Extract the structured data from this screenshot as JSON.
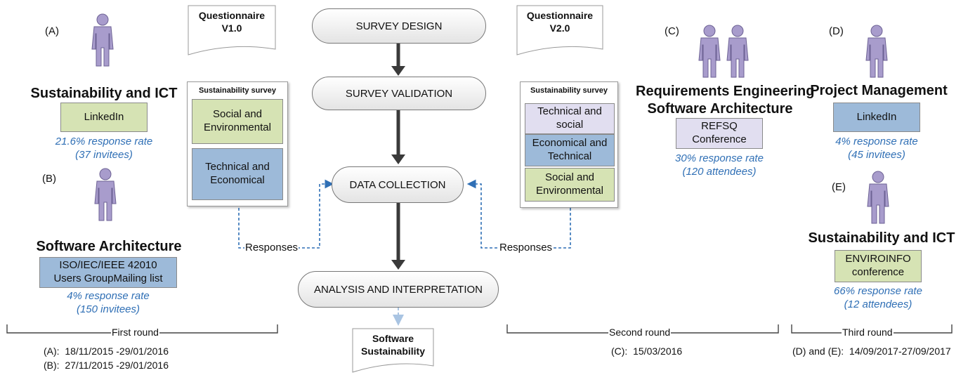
{
  "colors": {
    "person": "#a89ccc",
    "green_box": "#d6e3b4",
    "blue_box": "#9dbad9",
    "lavender_box": "#e1def0",
    "rate_text": "#2f6fb5",
    "dashed_arrow": "#2f6fb5"
  },
  "icons": [
    "person-icon",
    "document-shape"
  ],
  "groups": {
    "a": {
      "letter": "(A)",
      "heading": "Sustainability and ICT",
      "channel": "LinkedIn",
      "rate": "21.6% response rate",
      "count": "(37 invitees)"
    },
    "b": {
      "letter": "(B)",
      "heading": "Software Architecture",
      "channel": "ISO/IEC/IEEE 42010 Users GroupMailing list",
      "rate": "4% response rate",
      "count": "(150 invitees)"
    },
    "c": {
      "letter": "(C)",
      "heading_line1": "Requirements Engineering",
      "heading_line2": "Software Architecture",
      "channel": "REFSQ Conference",
      "rate": "30% response rate",
      "count": "(120 attendees)"
    },
    "d": {
      "letter": "(D)",
      "heading": "Project Management",
      "channel": "LinkedIn",
      "rate": "4% response rate",
      "count": "(45 invitees)"
    },
    "e": {
      "letter": "(E)",
      "heading": "Sustainability and ICT",
      "channel": "ENVIROINFO conference",
      "rate": "66% response rate",
      "count": "(12 attendees)"
    }
  },
  "questionnaires": {
    "v1": {
      "label_line1": "Questionnaire",
      "label_line2": "V1.0",
      "survey_title": "Sustainability survey",
      "sections": [
        "Social and Environmental",
        "Technical and Economical"
      ]
    },
    "v2": {
      "label_line1": "Questionnaire",
      "label_line2": "V2.0",
      "survey_title": "Sustainability survey",
      "sections": [
        "Technical and social",
        "Economical and Technical",
        "Social and Environmental"
      ]
    }
  },
  "process": {
    "steps": [
      "SURVEY DESIGN",
      "SURVEY VALIDATION",
      "DATA COLLECTION",
      "ANALYSIS AND INTERPRETATION"
    ],
    "output_line1": "Software",
    "output_line2": "Sustainability",
    "responses_label": "Responses"
  },
  "rounds": {
    "first": {
      "label": "First round",
      "dates": [
        "(A):  18/11/2015 -29/01/2016",
        "(B):  27/11/2015 -29/01/2016"
      ]
    },
    "second": {
      "label": "Second round",
      "dates": [
        "(C):  15/03/2016"
      ]
    },
    "third": {
      "label": "Third round",
      "dates": [
        "(D) and (E):  14/09/2017-27/09/2017"
      ]
    }
  }
}
